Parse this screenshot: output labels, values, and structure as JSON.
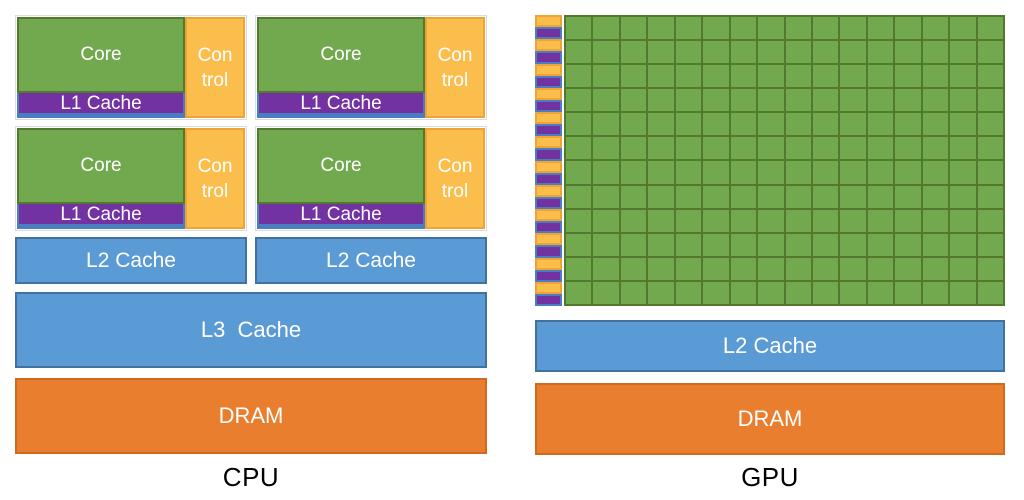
{
  "colors": {
    "core_green": "#72a94f",
    "green_border": "#53792f",
    "control_yellow": "#fbbe4d",
    "control_border": "#f0a232",
    "l1_purple": "#7232a2",
    "l1_border_blue": "#4a7ec0",
    "cache_blue": "#5b9bd5",
    "cache_border": "#41719c",
    "dram_orange": "#e97e2e",
    "dram_border": "#d26a1e",
    "box_text": "#ffffff",
    "label_text": "#000000"
  },
  "cpu": {
    "label": "CPU",
    "core_blocks": [
      {
        "core_label": "Core",
        "control_label": "Con\ntrol",
        "l1_label": "L1 Cache"
      },
      {
        "core_label": "Core",
        "control_label": "Con\ntrol",
        "l1_label": "L1 Cache"
      },
      {
        "core_label": "Core",
        "control_label": "Con\ntrol",
        "l1_label": "L1 Cache"
      },
      {
        "core_label": "Core",
        "control_label": "Con\ntrol",
        "l1_label": "L1 Cache"
      }
    ],
    "l2_blocks": [
      {
        "label": "L2 Cache"
      },
      {
        "label": "L2 Cache"
      }
    ],
    "l3_label": "L3  Cache",
    "dram_label": "DRAM"
  },
  "gpu": {
    "label": "GPU",
    "sm_row_count": 12,
    "cores_per_row": 16,
    "l2_label": "L2 Cache",
    "dram_label": "DRAM"
  }
}
